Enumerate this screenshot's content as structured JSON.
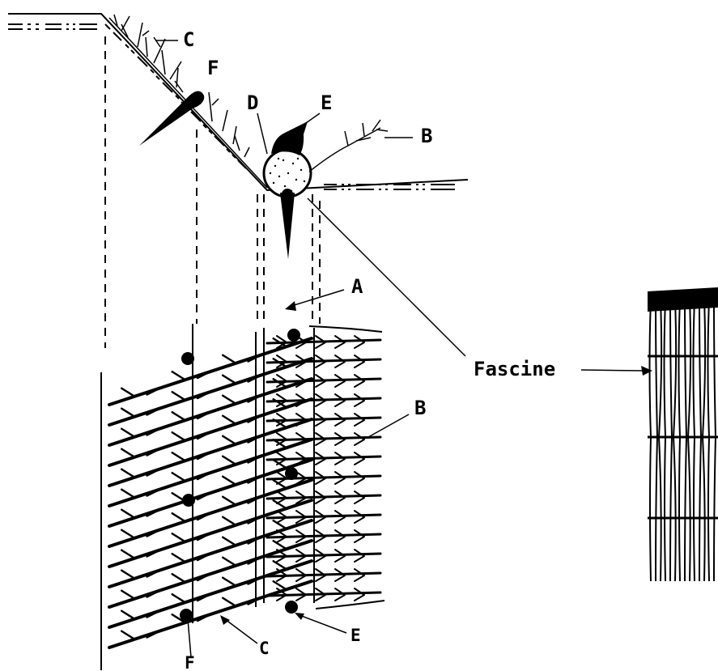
{
  "labels": {
    "A": "A",
    "B": "B",
    "C": "C",
    "D": "D",
    "E": "E",
    "F": "F",
    "fascine": "Fascine"
  },
  "colors": {
    "ink": "#000000",
    "background": "#ffffff"
  }
}
